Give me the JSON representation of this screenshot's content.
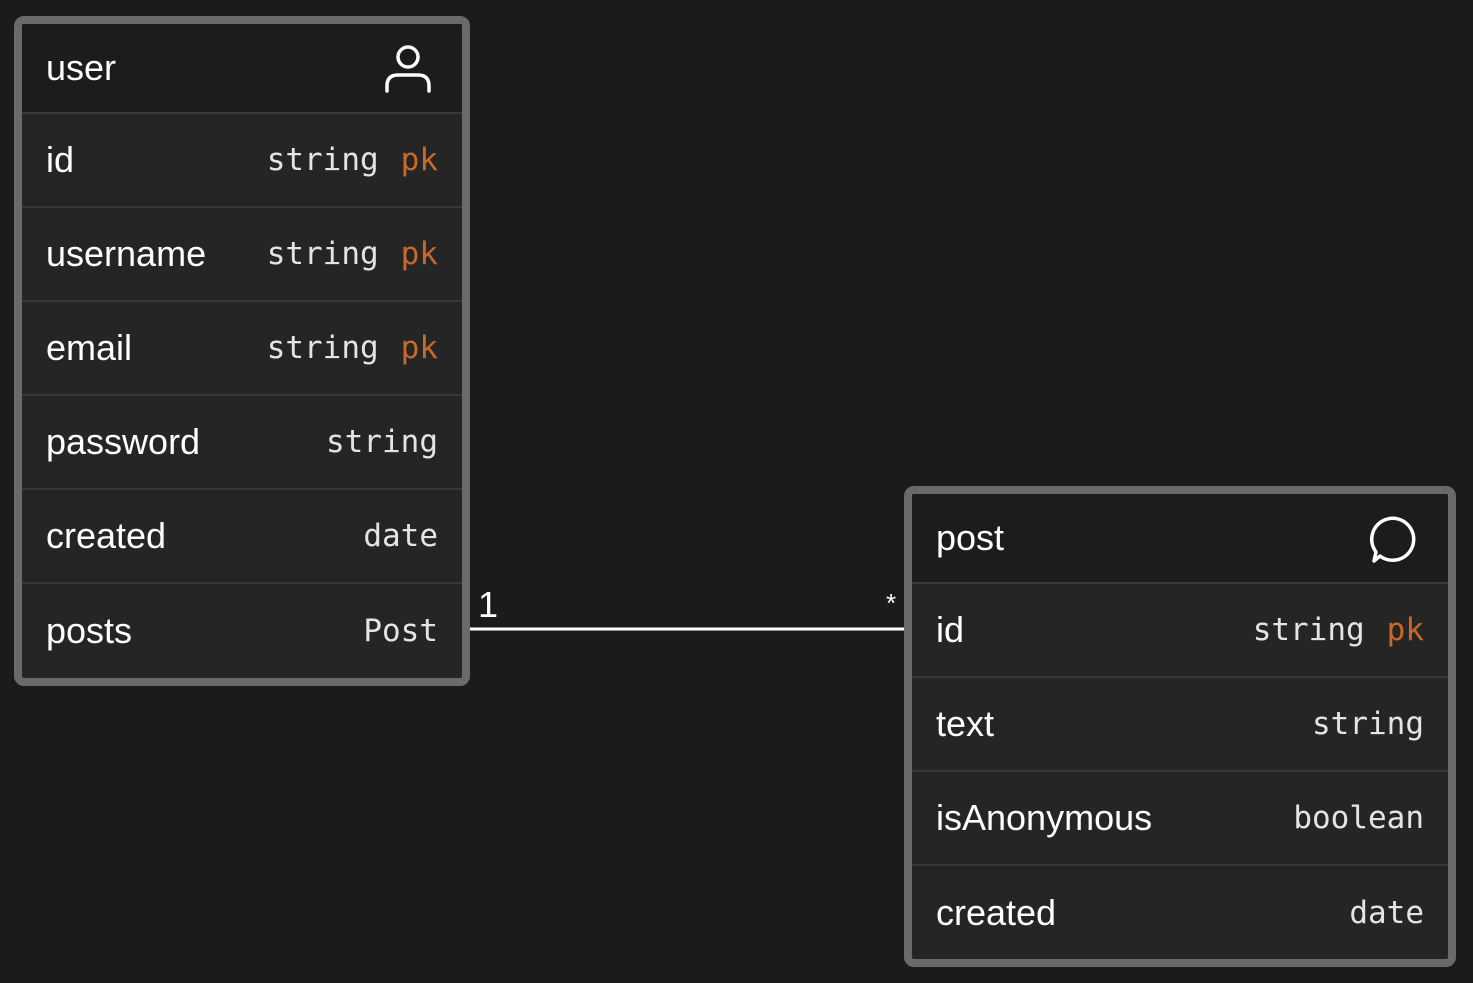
{
  "colors": {
    "background": "#1b1b1b",
    "entity_border": "#6a6a6a",
    "key_accent": "#c8692a",
    "text": "#ffffff"
  },
  "entities": {
    "user": {
      "title": "user",
      "icon": "user-icon",
      "fields": [
        {
          "name": "id",
          "type": "string",
          "key": "pk"
        },
        {
          "name": "username",
          "type": "string",
          "key": "pk"
        },
        {
          "name": "email",
          "type": "string",
          "key": "pk"
        },
        {
          "name": "password",
          "type": "string",
          "key": ""
        },
        {
          "name": "created",
          "type": "date",
          "key": ""
        },
        {
          "name": "posts",
          "type": "Post",
          "key": ""
        }
      ]
    },
    "post": {
      "title": "post",
      "icon": "chat-bubble-icon",
      "fields": [
        {
          "name": "id",
          "type": "string",
          "key": "pk"
        },
        {
          "name": "text",
          "type": "string",
          "key": ""
        },
        {
          "name": "isAnonymous",
          "type": "boolean",
          "key": ""
        },
        {
          "name": "created",
          "type": "date",
          "key": ""
        }
      ]
    }
  },
  "relation": {
    "from_entity": "user",
    "from_field": "posts",
    "to_entity": "post",
    "to_field": "id",
    "from_cardinality": "1",
    "to_cardinality": "*"
  }
}
